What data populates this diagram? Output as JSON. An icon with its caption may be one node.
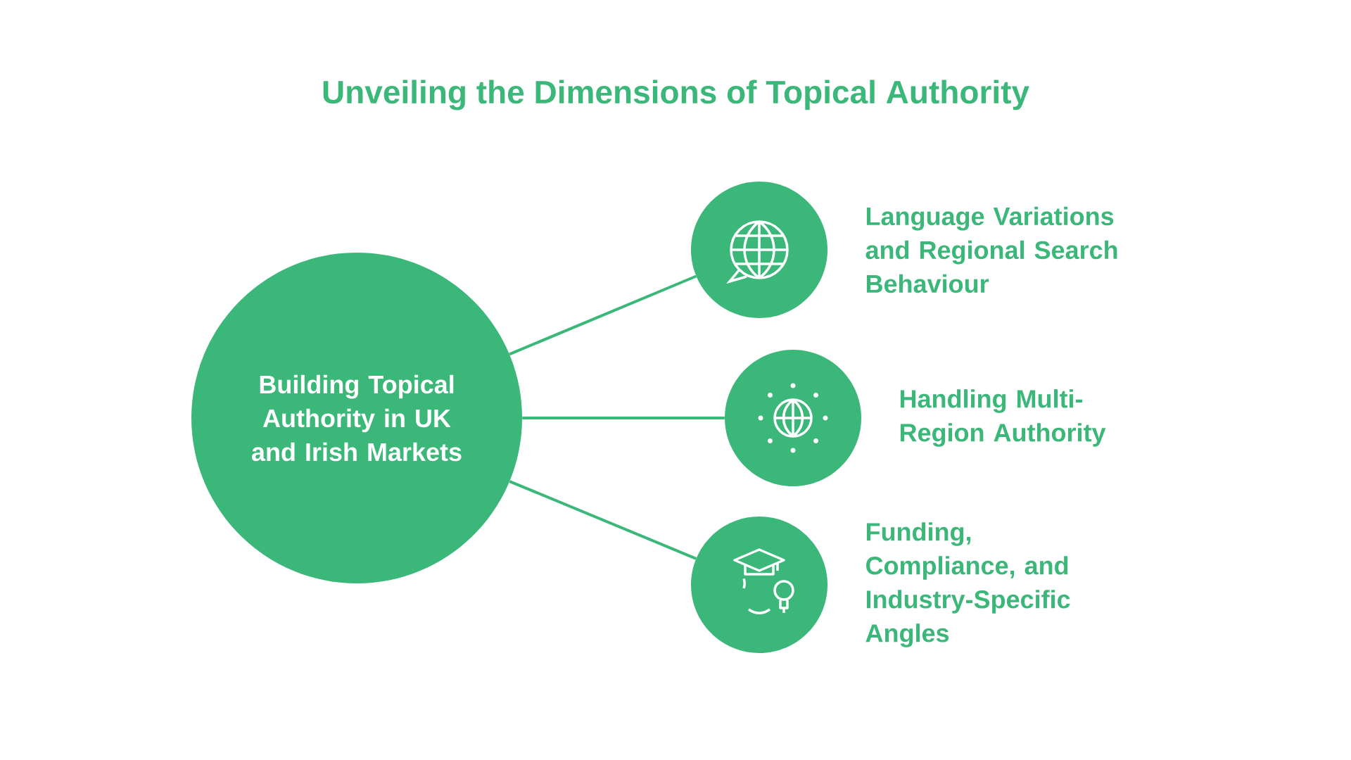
{
  "diagram": {
    "title": "Unveiling the Dimensions of Topical Authority",
    "nodes": [
      {
        "text": [
          "Building Topical Authority in UK and Irish Markets"
        ]
      },
      {
        "text": [
          "Language Variations and Regional Search Behaviour"
        ]
      },
      {
        "text": [
          "Handling Multi-Region Authority"
        ]
      },
      {
        "text": [
          "Funding, Compliance, and Industry-Specific Angles"
        ]
      }
    ],
    "edges": [
      {
        "from": 0,
        "to": 1,
        "arrow": "none"
      },
      {
        "from": 0,
        "to": 2,
        "arrow": "none"
      },
      {
        "from": 0,
        "to": 3,
        "arrow": "none"
      }
    ]
  }
}
